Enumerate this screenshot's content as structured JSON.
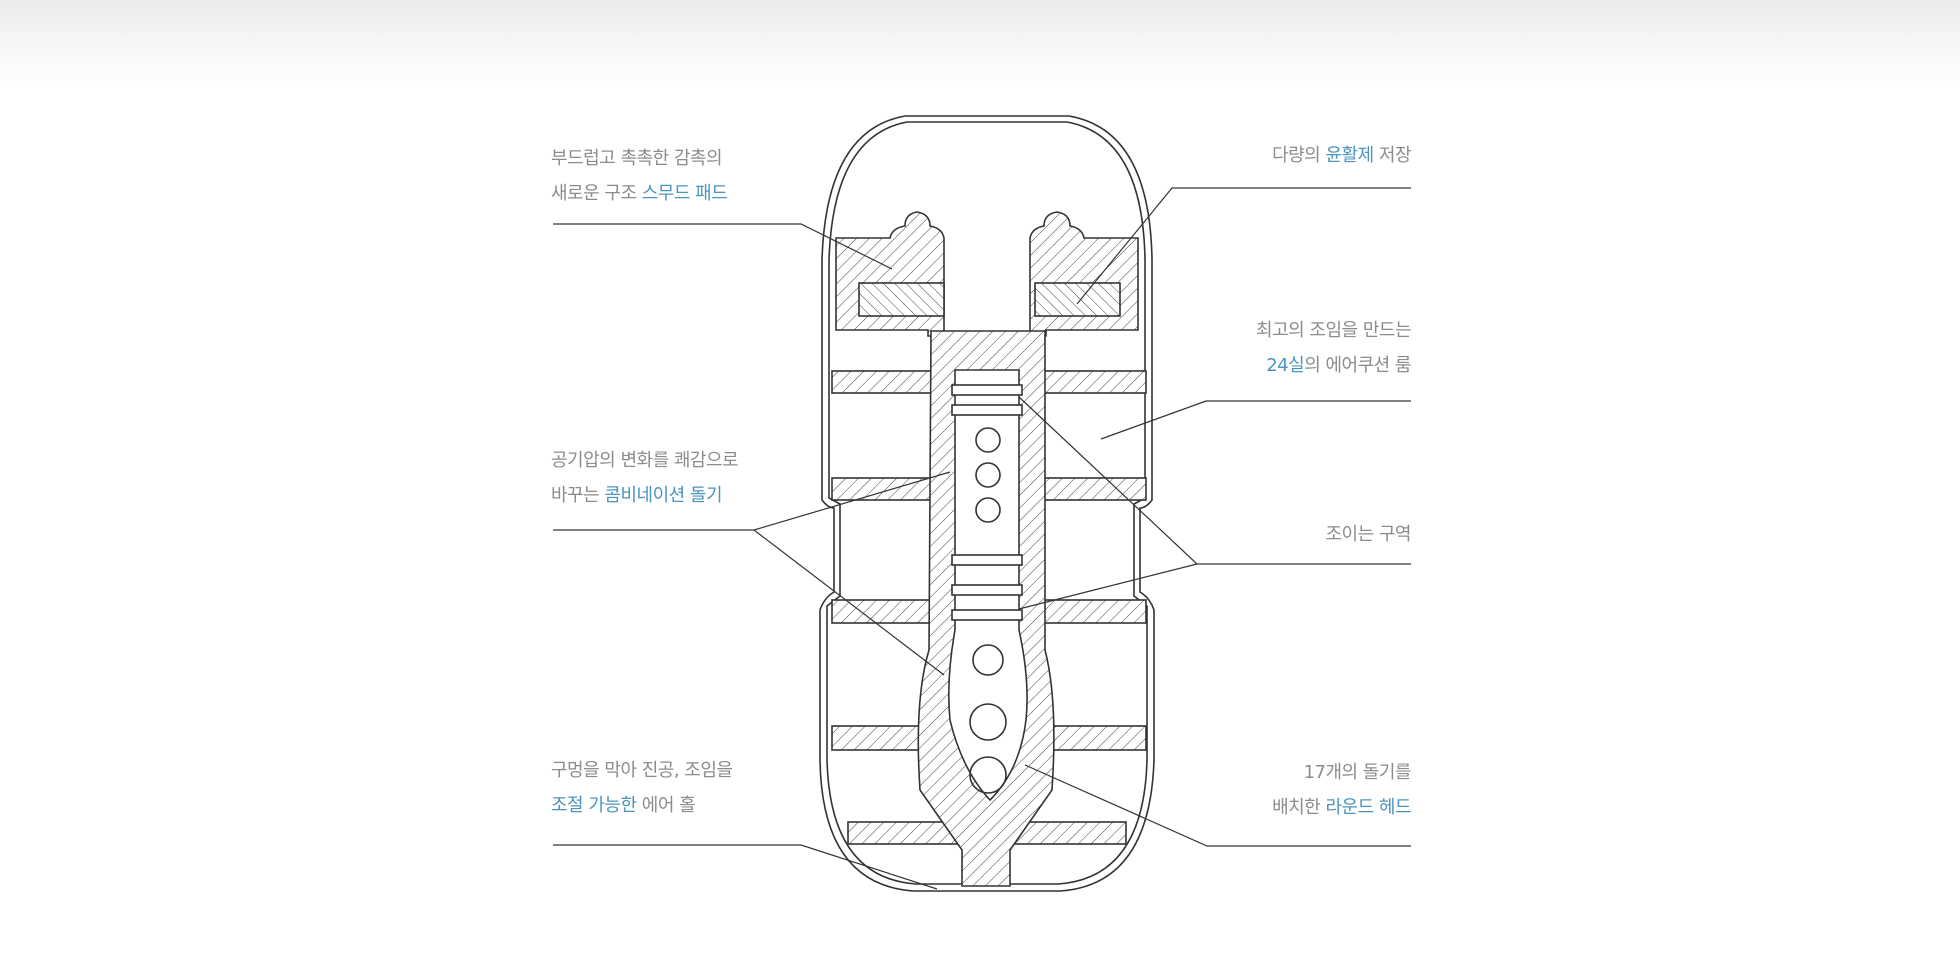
{
  "colors": {
    "text": "#8c8c8c",
    "highlight": "#4d94bd",
    "line": "#333333"
  },
  "labels": {
    "smooth_pad": {
      "line1": "부드럽고 촉촉한 감촉의",
      "line2_pre": "새로운 구조 ",
      "line2_hl": "스무드 패드"
    },
    "lubricant": {
      "pre": "다량의 ",
      "hl": "윤활제",
      "post": " 저장"
    },
    "air_cushion": {
      "line1": "최고의 조임을 만드는",
      "line2_hl": "24실",
      "line2_post": "의 에어쿠션 룸"
    },
    "combination": {
      "line1": "공기압의 변화를 쾌감으로",
      "line2_pre": "바꾸는 ",
      "line2_hl": "콤비네이션 돌기"
    },
    "tight_zone": {
      "text": "조이는 구역"
    },
    "air_hole": {
      "line1": "구멍을 막아 진공, 조임을",
      "line2_hl": "조절 가능한",
      "line2_post": " 에어 홀"
    },
    "round_head": {
      "line1": "17개의 돌기를",
      "line2_pre": "배치한 ",
      "line2_hl": "라운드 헤드"
    }
  }
}
